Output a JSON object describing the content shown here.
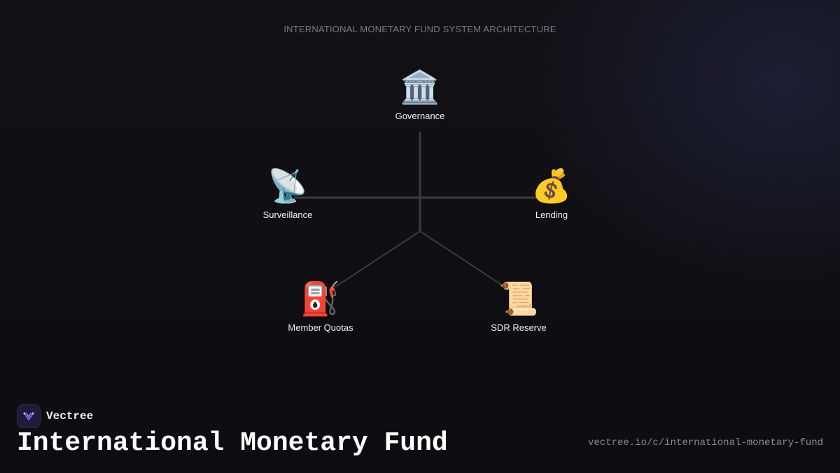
{
  "diagram": {
    "subtitle": "INTERNATIONAL MONETARY FUND SYSTEM ARCHITECTURE",
    "line_color": "#3a3a40",
    "nodes": {
      "governance": {
        "icon": "🏛️",
        "icon_name": "classical-building-icon",
        "label": "Governance"
      },
      "surveillance": {
        "icon": "📡",
        "icon_name": "satellite-antenna-icon",
        "label": "Surveillance"
      },
      "lending": {
        "icon": "💰",
        "icon_name": "money-bag-icon",
        "label": "Lending"
      },
      "member_quotas": {
        "icon": "⛽",
        "icon_name": "fuel-pump-icon",
        "label": "Member Quotas"
      },
      "sdr_reserve": {
        "icon": "📜",
        "icon_name": "scroll-icon",
        "label": "SDR Reserve"
      }
    }
  },
  "footer": {
    "brand_name": "Vectree",
    "brand_accent": "#8b5cf6",
    "title": "International Monetary Fund",
    "url": "vectree.io/c/international-monetary-fund"
  }
}
